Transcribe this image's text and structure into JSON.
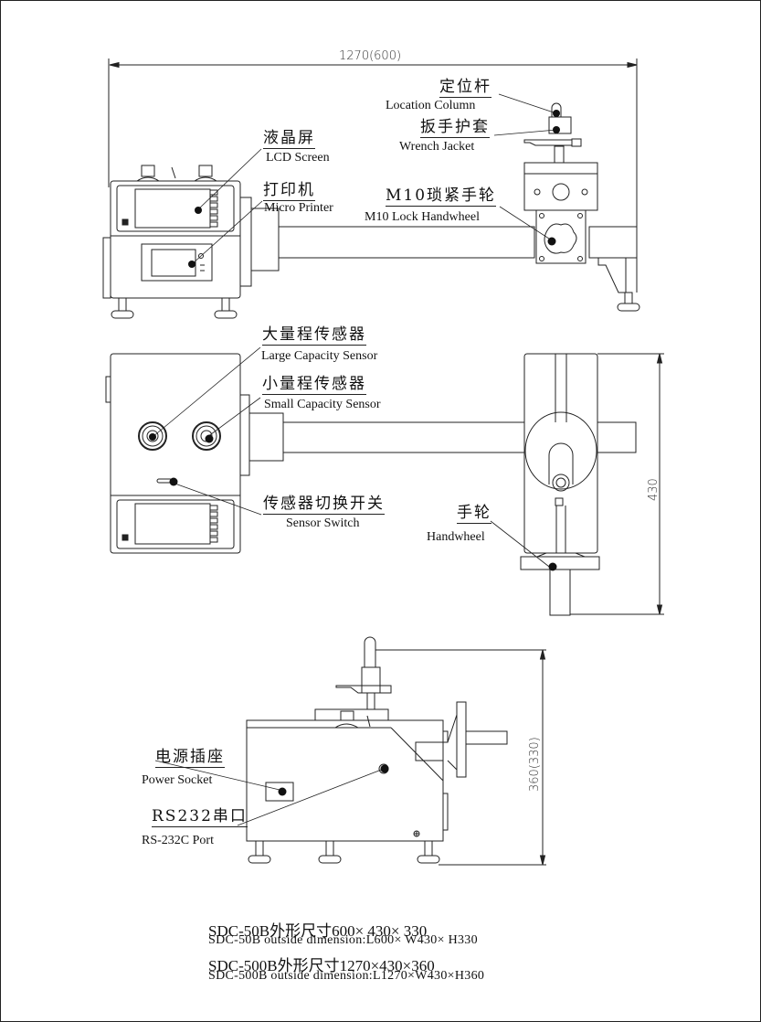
{
  "dimensions": {
    "length": "1270(600)",
    "width": "430",
    "height": "360(330)"
  },
  "callouts": {
    "location_column": {
      "cn": "定位杆",
      "en": "Location Column"
    },
    "wrench_jacket": {
      "cn": "扳手护套",
      "en": "Wrench Jacket"
    },
    "lcd_screen": {
      "cn": "液晶屏",
      "en": "LCD Screen"
    },
    "micro_printer": {
      "cn": "打印机",
      "en": "Micro Printer"
    },
    "lock_handwheel": {
      "cn": "M10琐紧手轮",
      "en": "M10 Lock Handwheel"
    },
    "large_sensor": {
      "cn": "大量程传感器",
      "en": "Large Capacity Sensor"
    },
    "small_sensor": {
      "cn": "小量程传感器",
      "en": "Small Capacity Sensor"
    },
    "sensor_switch": {
      "cn": "传感器切换开关",
      "en": "Sensor Switch"
    },
    "handwheel": {
      "cn": "手轮",
      "en": "Handwheel"
    },
    "power_socket": {
      "cn": "电源插座",
      "en": "Power Socket"
    },
    "rs232_port": {
      "cn": "RS232串口",
      "en": "RS-232C Port"
    }
  },
  "specs": [
    {
      "text": "SDC-50B外形尺寸600× 430× 330"
    },
    {
      "text": "SDC-50B  outside  dimension:L600× W430× H330"
    },
    {
      "text": "SDC-500B外形尺寸1270×430×360"
    },
    {
      "text": "SDC-500B outside dimension:L1270×W430×H360"
    }
  ]
}
